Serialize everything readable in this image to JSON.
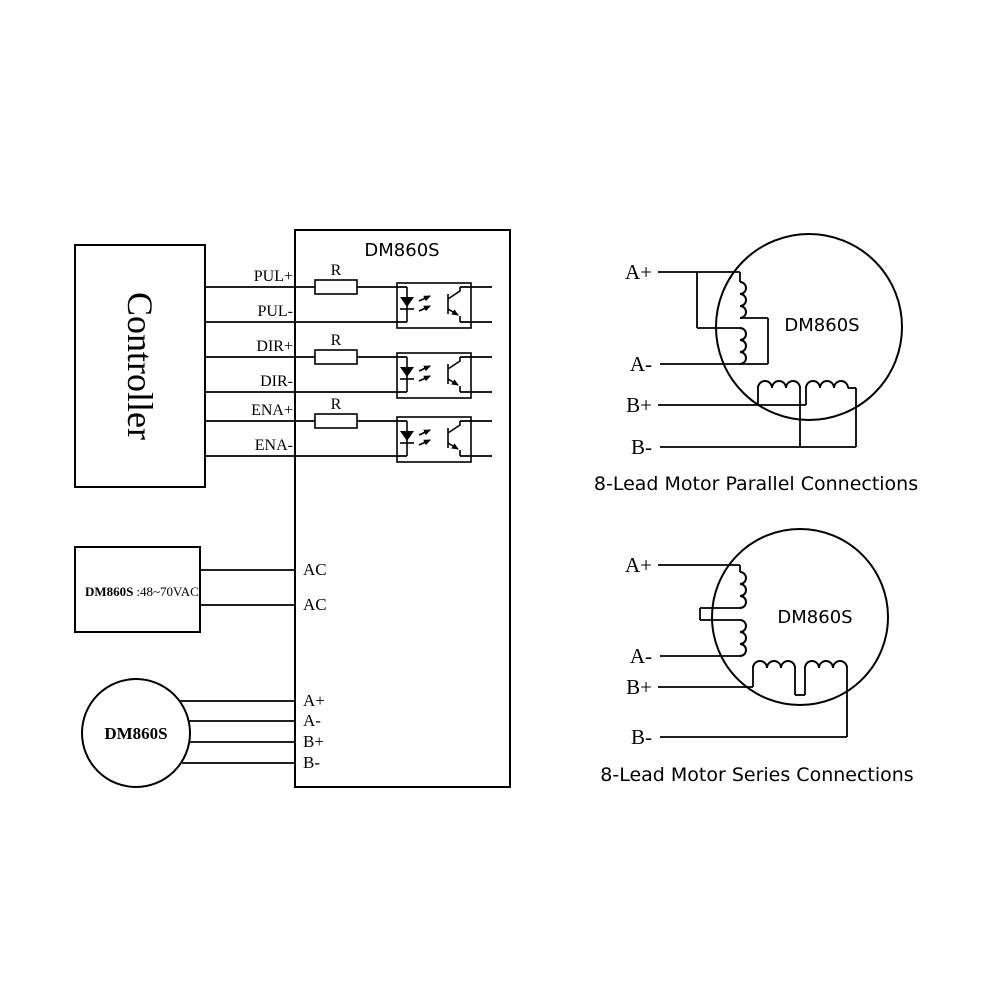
{
  "driver_diagram": {
    "controller_label": "Controller",
    "driver_title": "DM860S",
    "signals": [
      "PUL+",
      "PUL-",
      "DIR+",
      "DIR-",
      "ENA+",
      "ENA-"
    ],
    "resistor_label": "R",
    "power_supply_label_bold": "DM860S",
    "power_supply_label_rest": ":48~70VAC",
    "ac_terminal": "AC",
    "motor_label": "DM860S",
    "motor_terminals": [
      "A+",
      "A-",
      "B+",
      "B-"
    ]
  },
  "parallel_diagram": {
    "motor_label": "DM860S",
    "leads": [
      "A+",
      "A-",
      "B+",
      "B-"
    ],
    "caption": "8-Lead Motor Parallel Connections"
  },
  "series_diagram": {
    "motor_label": "DM860S",
    "leads": [
      "A+",
      "A-",
      "B+",
      "B-"
    ],
    "caption": "8-Lead Motor Series Connections"
  }
}
